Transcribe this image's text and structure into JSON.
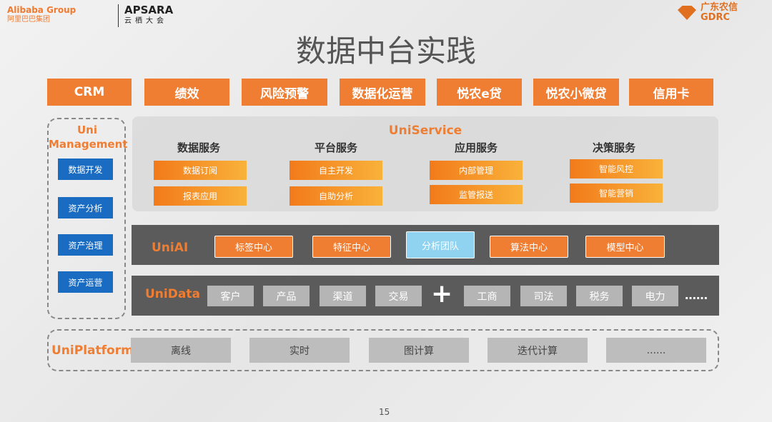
{
  "logos": {
    "alibaba": "Alibaba Group",
    "alibaba_cn": "阿里巴巴集团",
    "apsara": "APSARA",
    "apsara_cn": "云栖大会",
    "gdrc_cn": "广东农信",
    "gdrc": "GDRC"
  },
  "title": "数据中台实践",
  "top_row": [
    "CRM",
    "绩效",
    "风险预警",
    "数据化运营",
    "悦农e贷",
    "悦农小微贷",
    "信用卡"
  ],
  "management": {
    "label": "Uni Management",
    "items": [
      "数据开发",
      "资产分析",
      "资产治理",
      "资产运营"
    ]
  },
  "uniservice": {
    "title": "UniService",
    "groups": [
      {
        "heading": "数据服务",
        "items": [
          "数据订阅",
          "报表应用"
        ]
      },
      {
        "heading": "平台服务",
        "items": [
          "自主开发",
          "自助分析"
        ]
      },
      {
        "heading": "应用服务",
        "items": [
          "内部管理",
          "监管报送"
        ]
      },
      {
        "heading": "决策服务",
        "items": [
          "智能风控",
          "智能营销"
        ]
      }
    ]
  },
  "uniai": {
    "label": "UniAI",
    "items": [
      "标签中心",
      "特征中心",
      "分析团队",
      "算法中心",
      "模型中心"
    ]
  },
  "unidata": {
    "label": "UniData",
    "items": [
      "客户",
      "产品",
      "渠道",
      "交易",
      "工商",
      "司法",
      "税务",
      "电力"
    ],
    "plus": "+",
    "more": "……"
  },
  "uniplatform": {
    "label": "UniPlatform",
    "items": [
      "离线",
      "实时",
      "图计算",
      "迭代计算",
      "......"
    ]
  },
  "page_number": "15"
}
